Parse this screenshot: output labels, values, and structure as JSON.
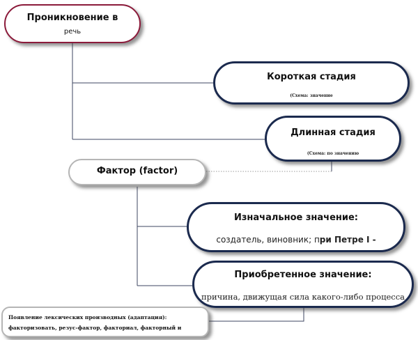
{
  "nodes": {
    "penetration": {
      "title_line1": "Проникновение в",
      "title_line2": "речь"
    },
    "short_stage": {
      "title": "Короткая стадия",
      "note": "(Схема: значение"
    },
    "long_stage": {
      "title": "Длинная стадия",
      "note": "(Схема: по значению"
    },
    "factor": {
      "title": "Фактор (factor)"
    },
    "original": {
      "title": "Изначальное значение:",
      "text_normal": "создатель, виновник; п",
      "text_bold": "ри Петре I -"
    },
    "acquired": {
      "title": "Приобретенное значение:",
      "text": "причина,  движущая сила какого-либо процесса"
    },
    "derivatives": {
      "line1": "Появление лексических  производных (адаптация):",
      "line2": "факторизовать, резус-фактор, факториал, факторный и"
    }
  },
  "colors": {
    "primary_border": "#1b2a4e",
    "accent_border": "#8b1a3a",
    "muted_border": "#b5b5b5",
    "connector": "#3d4560",
    "dotted_connector": "#9a9a9a"
  }
}
